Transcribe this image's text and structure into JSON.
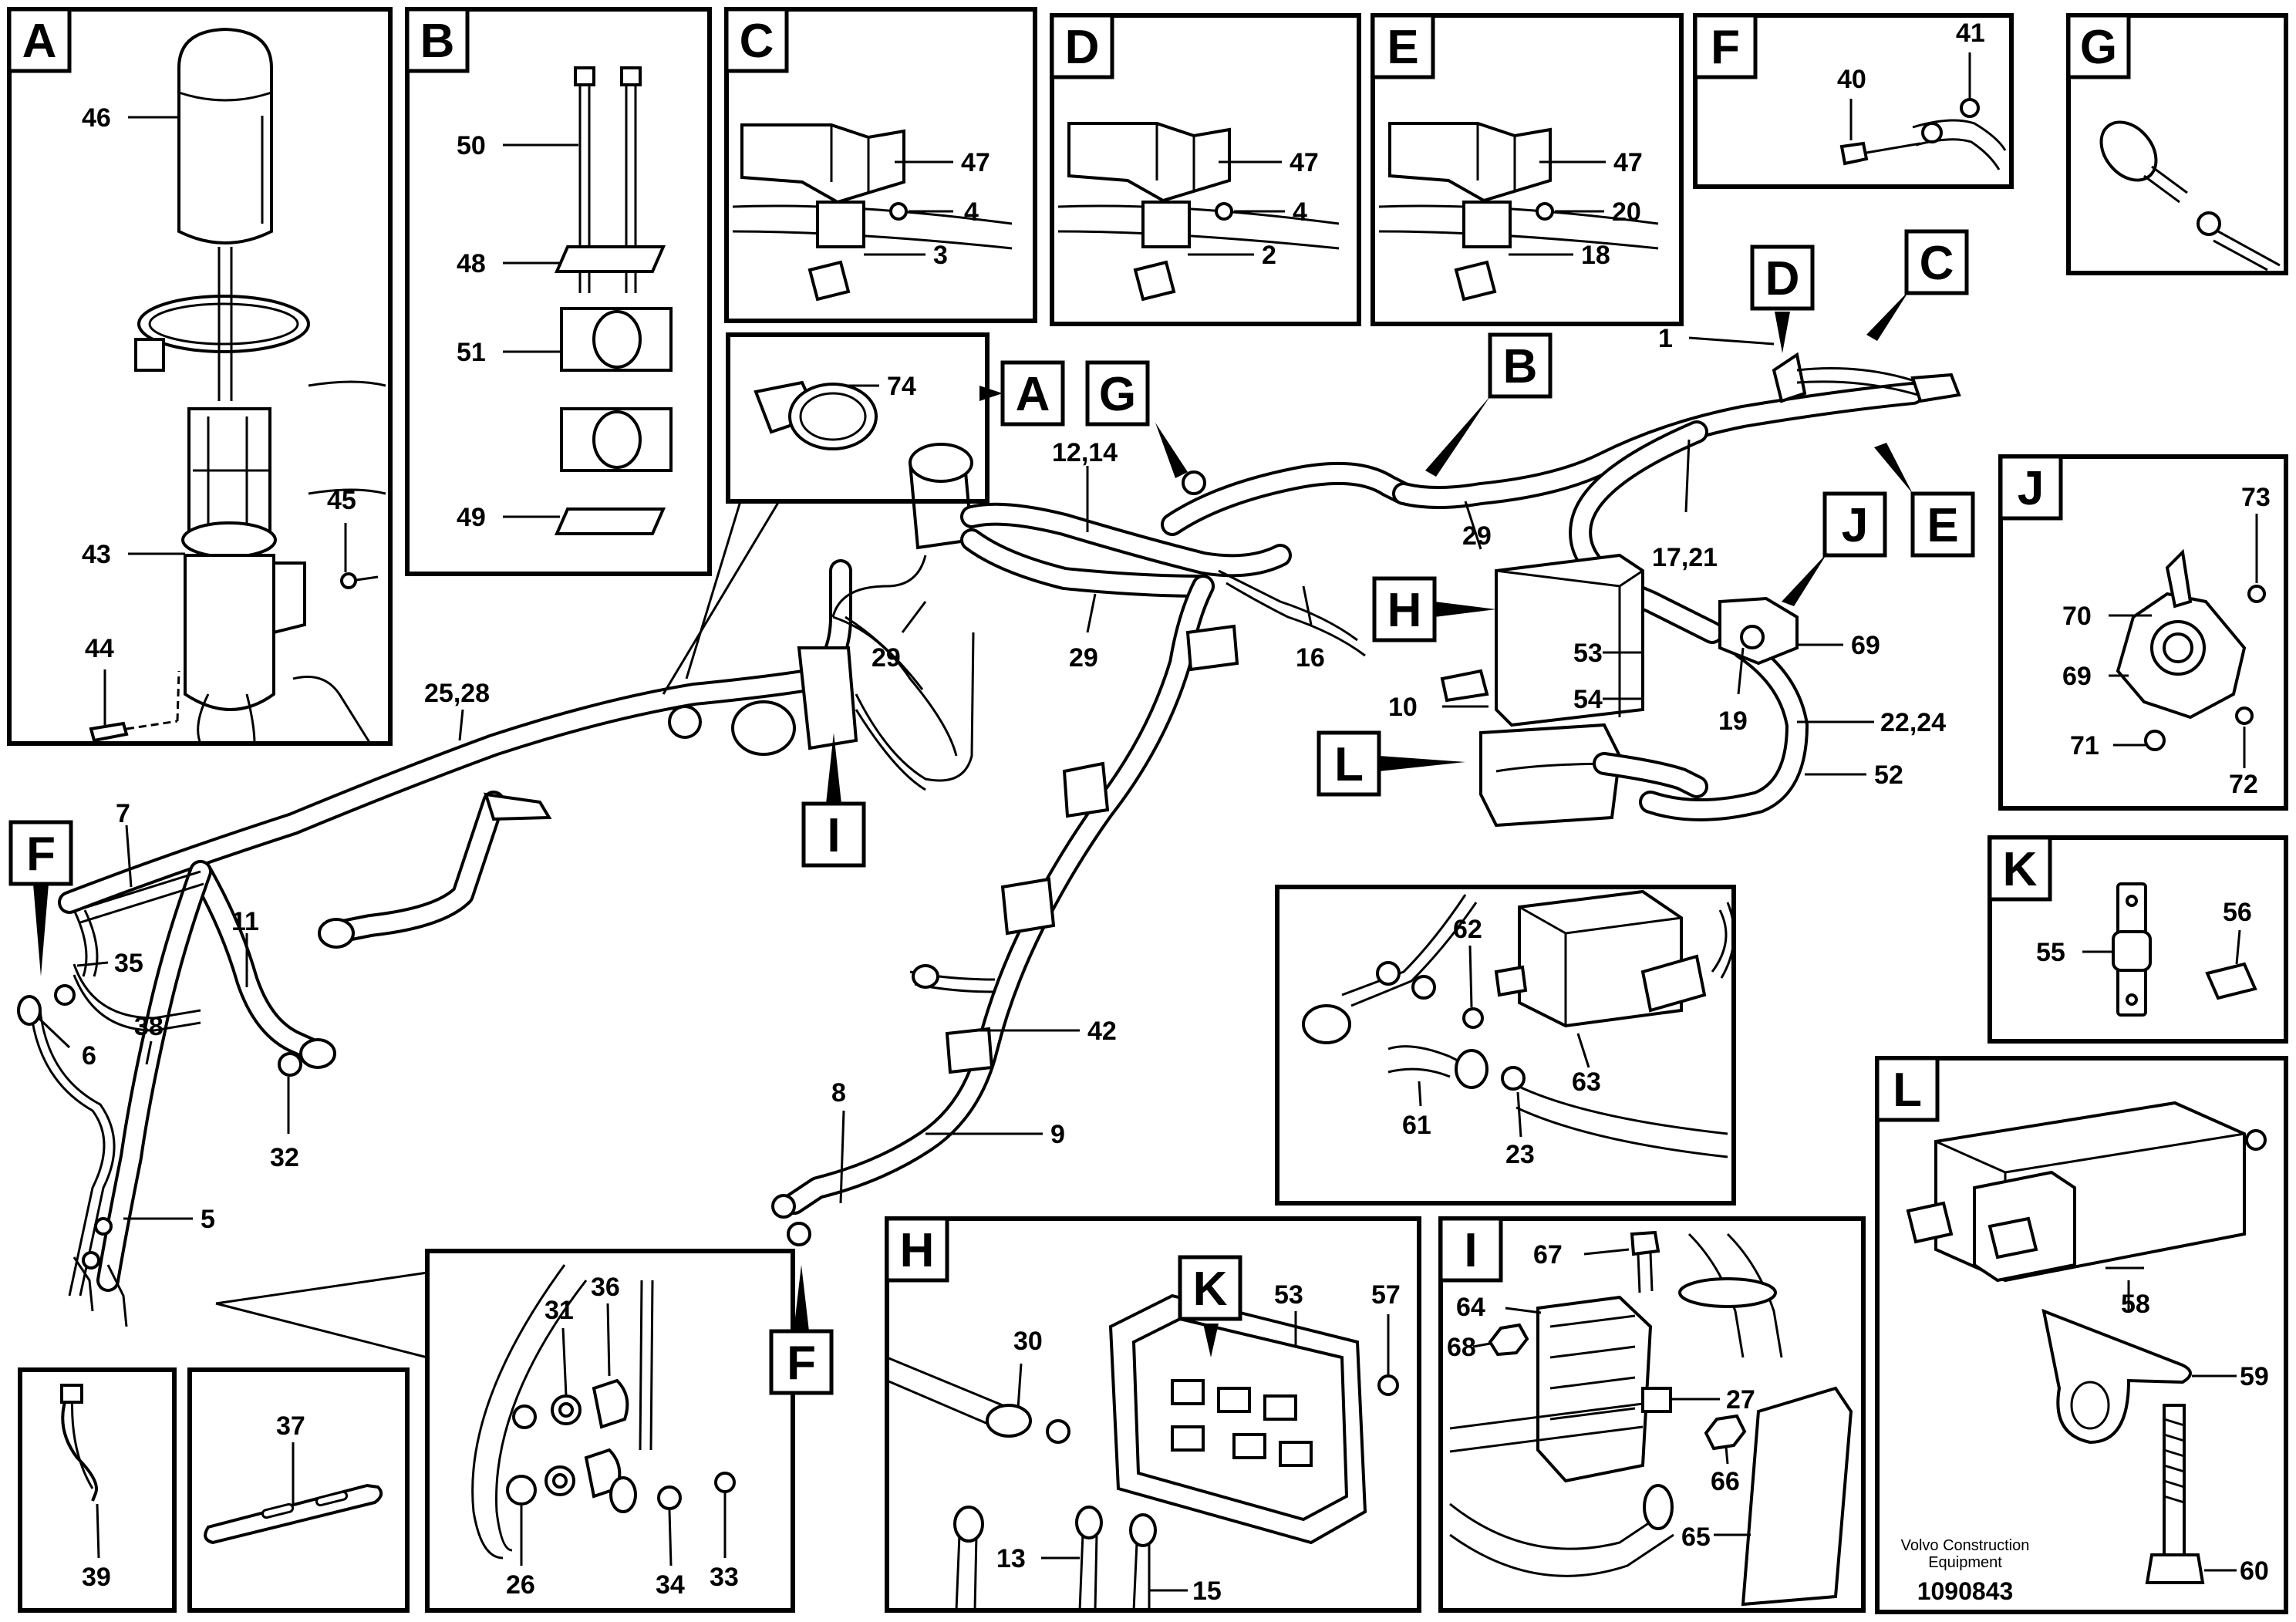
{
  "panels": {
    "A": "A",
    "B": "B",
    "C": "C",
    "D": "D",
    "E": "E",
    "F": "F",
    "G": "G",
    "H": "H",
    "I": "I",
    "J": "J",
    "K": "K",
    "L": "L"
  },
  "main_callouts": {
    "A": "A",
    "B": "B",
    "C": "C",
    "D": "D",
    "E": "E",
    "F_left": "F",
    "F_bottom": "F",
    "G": "G",
    "H": "H",
    "I": "I",
    "J": "J",
    "K": "K",
    "L": "L"
  },
  "labels": {
    "n1": "1",
    "n2": "2",
    "n3": "3",
    "n4a": "4",
    "n4b": "4",
    "n5": "5",
    "n6": "6",
    "n7": "7",
    "n8": "8",
    "n9": "9",
    "n10": "10",
    "n11": "11",
    "n12_14": "12,14",
    "n13": "13",
    "n15": "15",
    "n16": "16",
    "n17_21": "17,21",
    "n18": "18",
    "n19": "19",
    "n20": "20",
    "n22_24": "22,24",
    "n23": "23",
    "n25_28": "25,28",
    "n26": "26",
    "n27": "27",
    "n29a": "29",
    "n29b": "29",
    "n29c": "29",
    "n30": "30",
    "n31": "31",
    "n32": "32",
    "n33": "33",
    "n34": "34",
    "n35": "35",
    "n36": "36",
    "n37": "37",
    "n38": "38",
    "n39": "39",
    "n40": "40",
    "n41": "41",
    "n42": "42",
    "n43": "43",
    "n44": "44",
    "n45": "45",
    "n46": "46",
    "n47a": "47",
    "n47b": "47",
    "n47c": "47",
    "n48": "48",
    "n49": "49",
    "n50": "50",
    "n51": "51",
    "n52": "52",
    "n53a": "53",
    "n53b": "53",
    "n54": "54",
    "n55": "55",
    "n56": "56",
    "n57": "57",
    "n58": "58",
    "n59": "59",
    "n60": "60",
    "n61": "61",
    "n62": "62",
    "n63": "63",
    "n64": "64",
    "n65": "65",
    "n66": "66",
    "n67": "67",
    "n68": "68",
    "n69a": "69",
    "n69b": "69",
    "n70": "70",
    "n71": "71",
    "n72": "72",
    "n73": "73",
    "n74": "74"
  },
  "footer": {
    "company_line1": "Volvo Construction",
    "company_line2": "Equipment",
    "doc_number": "1090843"
  }
}
